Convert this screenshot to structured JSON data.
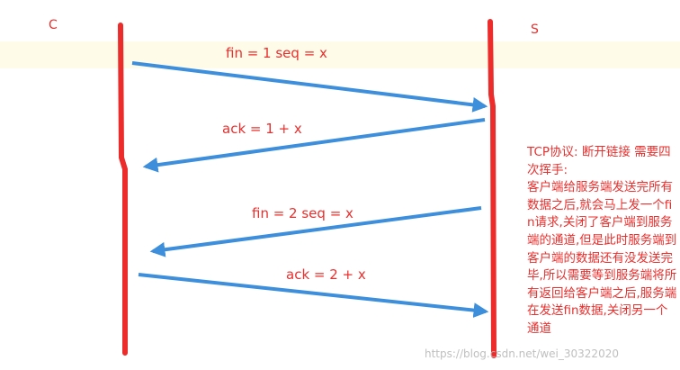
{
  "participants": {
    "client": "C",
    "server": "S"
  },
  "messages": [
    {
      "label": "fin = 1 seq = x",
      "from": "client",
      "to": "server"
    },
    {
      "label": "ack = 1 + x",
      "from": "server",
      "to": "client"
    },
    {
      "label": "fin = 2 seq = x",
      "from": "server",
      "to": "client"
    },
    {
      "label": "ack = 2 + x",
      "from": "client",
      "to": "server"
    }
  ],
  "note": {
    "lines": [
      "TCP协议: 断开链接 需要四次挥手:",
      "客户端给服务端发送完所有数据之后,就会马上发一个fin请求,关闭了客户端到服务端的通道,但是此时服务端到客户端的数据还有没发送完毕,所以需要等到服务端将所有返回给客户端之后,服务端在发送fin数据,关闭另一个通道"
    ]
  },
  "watermark": "https://blog.csdn.net/wei_30322020",
  "colors": {
    "lifeline": "#ec2b2b",
    "arrow": "#3d8fdc",
    "text": "#e8302e",
    "highlight": "#fffbe9"
  }
}
